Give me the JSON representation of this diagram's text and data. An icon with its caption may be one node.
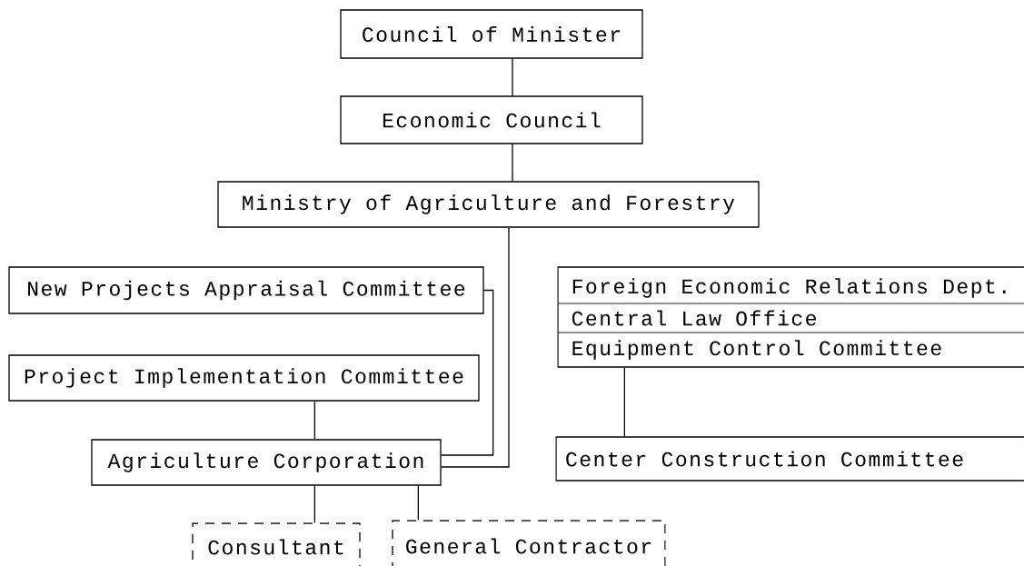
{
  "diagram": {
    "nodes": [
      {
        "text": [
          "Council of Minister"
        ]
      },
      {
        "text": [
          "Economic Council"
        ]
      },
      {
        "text": [
          "Ministry of Agriculture and Forestry"
        ]
      },
      {
        "text": [
          "New Projects Appraisal Committee"
        ]
      },
      {
        "text": [
          "Project Implementation Committee"
        ]
      },
      {
        "text": [
          "Agriculture Corporation"
        ]
      },
      {
        "text": [
          "Foreign Economic Relations Dept.",
          "Central Law Office",
          "Equipment Control Committee"
        ]
      },
      {
        "text": [
          "Center Construction Committee"
        ]
      },
      {
        "text": [
          "Consultant"
        ]
      },
      {
        "text": [
          "General Contractor"
        ]
      }
    ],
    "edges": [
      {
        "from": 0,
        "to": 1,
        "arrow": "none"
      },
      {
        "from": 1,
        "to": 2,
        "arrow": "none"
      },
      {
        "from": 2,
        "to": 5,
        "arrow": "none"
      },
      {
        "from": 3,
        "to": 5,
        "arrow": "none"
      },
      {
        "from": 4,
        "to": 5,
        "arrow": "none"
      },
      {
        "from": 6,
        "to": 7,
        "arrow": "none"
      },
      {
        "from": 5,
        "to": 8,
        "arrow": "none"
      },
      {
        "from": 5,
        "to": 9,
        "arrow": "none"
      }
    ]
  }
}
